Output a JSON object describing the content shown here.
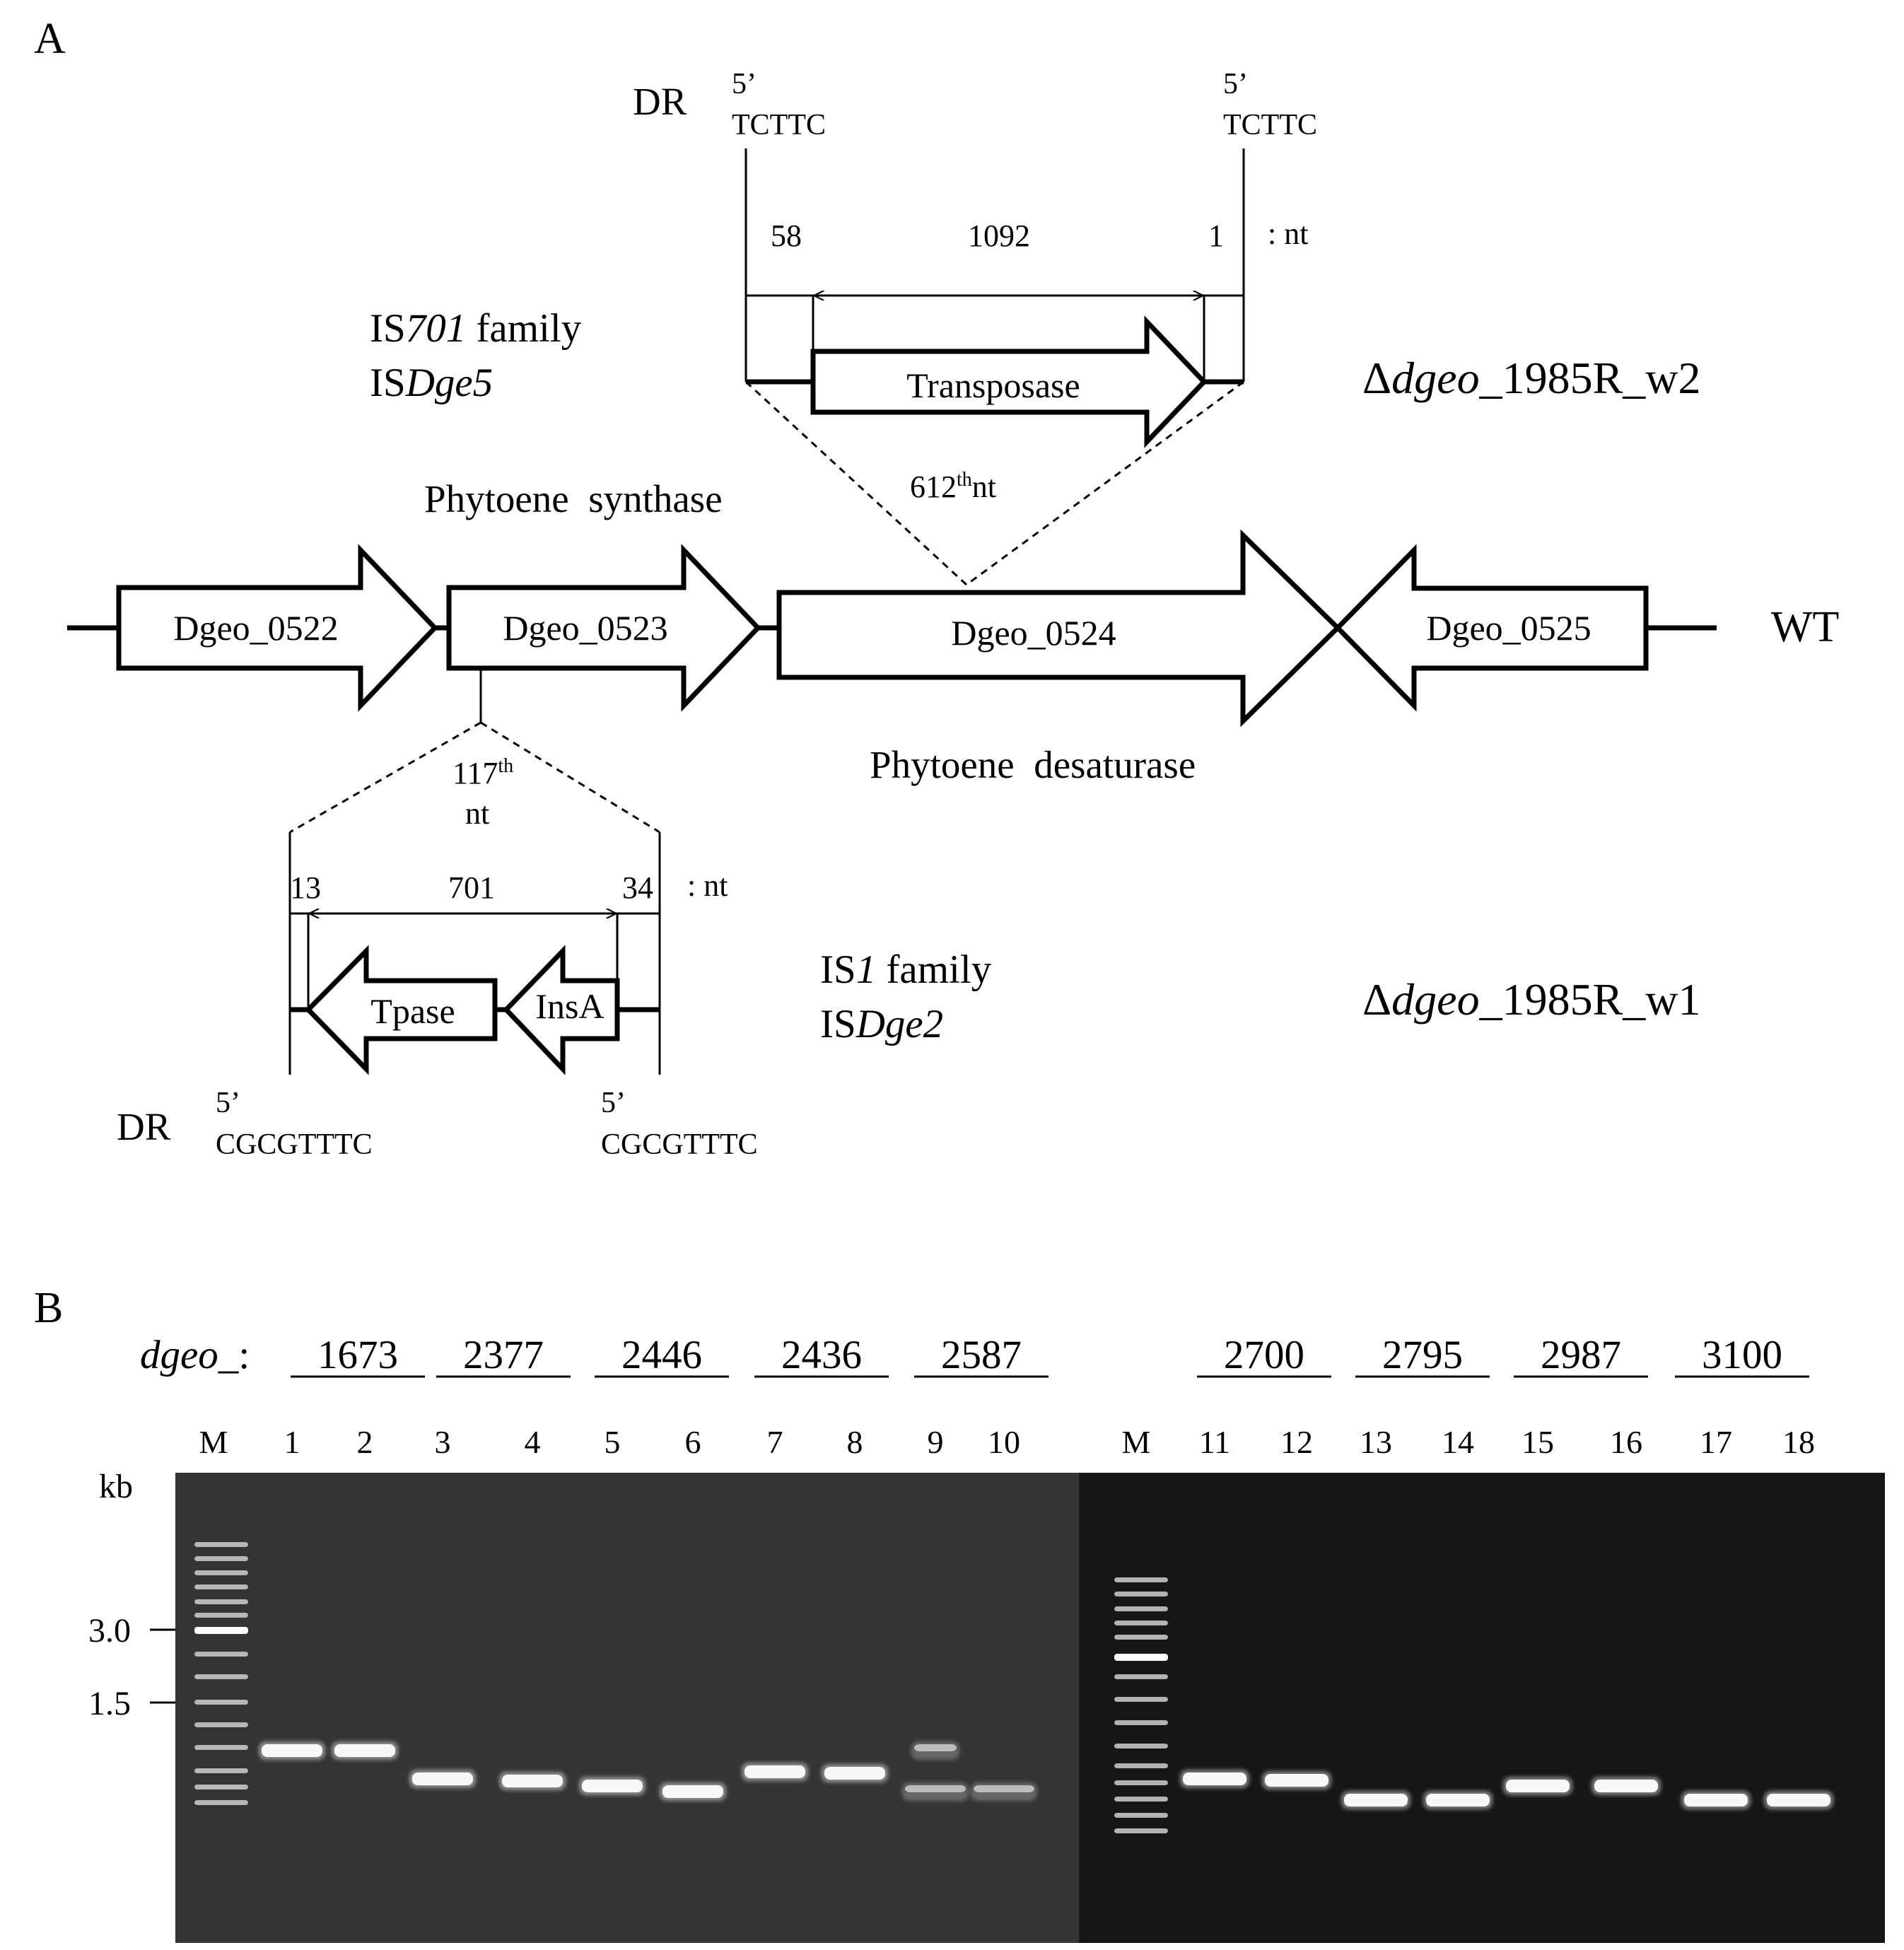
{
  "panel_a": {
    "label": "A",
    "genes": [
      {
        "id": "Dgeo_0522",
        "dir": "right"
      },
      {
        "id": "Dgeo_0523",
        "dir": "right"
      },
      {
        "id": "Dgeo_0524",
        "dir": "right"
      },
      {
        "id": "Dgeo_0525",
        "dir": "left"
      }
    ],
    "wt_label": "WT",
    "phytoene_synthase": "Phytoene  synthase",
    "phytoene_desaturase": "Phytoene  desaturase",
    "w2": {
      "strain_prefix": "Δ",
      "strain_italic": "dgeo",
      "strain_suffix": "_1985R_w2",
      "family_pre": "IS",
      "family_italic": "701",
      "family_post": " family",
      "is_pre": "IS",
      "is_italic": "Dge5",
      "dr": "DR",
      "dr_left_top": "5’",
      "dr_left_seq": "TCTTC",
      "dr_right_top": "5’",
      "dr_right_seq": "TCTTC",
      "len_left": "58",
      "len_mid": "1092",
      "len_right": "1",
      "unit": ": nt",
      "orf": "Transposase",
      "insert_num": "612",
      "insert_sup": "th",
      "insert_unit": "nt"
    },
    "w1": {
      "strain_prefix": "Δ",
      "strain_italic": "dgeo",
      "strain_suffix": "_1985R_w1",
      "family_pre": "IS",
      "family_italic": "1",
      "family_post": " family",
      "is_pre": "IS",
      "is_italic": "Dge2",
      "dr": "DR",
      "dr_left_top": "5’",
      "dr_left_seq": "CGCGTTTC",
      "dr_right_top": "5’",
      "dr_right_seq": "CGCGTTTC",
      "len_left": "13",
      "len_mid": "701",
      "len_right": "34",
      "unit": ": nt",
      "orf1": "Tpase",
      "orf2": "InsA",
      "insert_num": "117",
      "insert_sup": "th",
      "insert_unit": "nt"
    }
  },
  "panel_b": {
    "label": "B",
    "gene_prefix": "dgeo_",
    "gene_colon": ":",
    "gene_groups": [
      "1673",
      "2377",
      "2446",
      "2436",
      "2587",
      "2700",
      "2795",
      "2987",
      "3100"
    ],
    "marker_label": "M",
    "lanes_left": [
      "1",
      "2",
      "3",
      "4",
      "5",
      "6",
      "7",
      "8",
      "9",
      "10"
    ],
    "lanes_right": [
      "11",
      "12",
      "13",
      "14",
      "15",
      "16",
      "17",
      "18"
    ],
    "kb_label": "kb",
    "size_markers": [
      "3.0",
      "1.5"
    ]
  }
}
